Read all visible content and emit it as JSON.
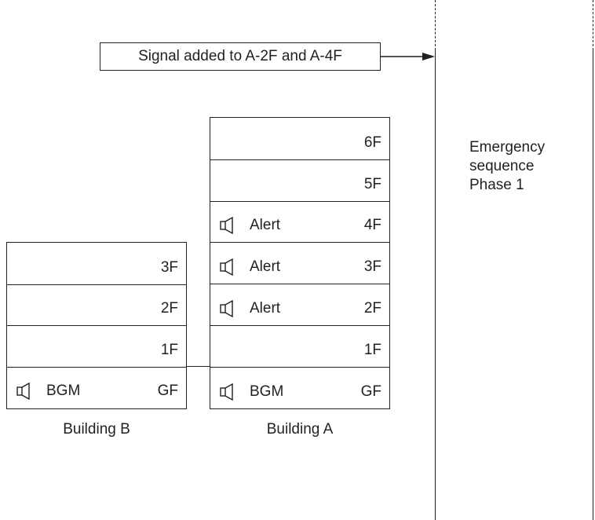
{
  "signal": {
    "label": "Signal added to A-2F and A-4F"
  },
  "phase": {
    "line1": "Emergency",
    "line2": "sequence",
    "line3": "Phase 1"
  },
  "building_a": {
    "name": "Building A",
    "floors": [
      {
        "floor": "6F",
        "status": ""
      },
      {
        "floor": "5F",
        "status": ""
      },
      {
        "floor": "4F",
        "status": "Alert",
        "icon": "speaker-icon"
      },
      {
        "floor": "3F",
        "status": "Alert",
        "icon": "speaker-icon"
      },
      {
        "floor": "2F",
        "status": "Alert",
        "icon": "speaker-icon"
      },
      {
        "floor": "1F",
        "status": ""
      },
      {
        "floor": "GF",
        "status": "BGM",
        "icon": "speaker-icon"
      }
    ]
  },
  "building_b": {
    "name": "Building B",
    "floors": [
      {
        "floor": "3F",
        "status": ""
      },
      {
        "floor": "2F",
        "status": ""
      },
      {
        "floor": "1F",
        "status": ""
      },
      {
        "floor": "GF",
        "status": "BGM",
        "icon": "speaker-icon"
      }
    ]
  }
}
